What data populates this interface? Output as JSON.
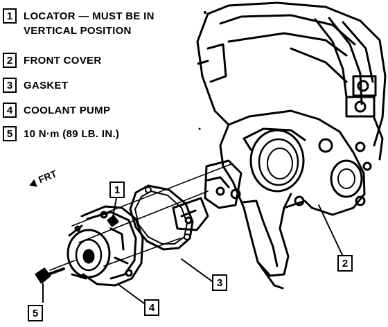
{
  "legend": [
    {
      "num": "1",
      "text": "LOCATOR — MUST BE IN VERTICAL POSITION"
    },
    {
      "num": "2",
      "text": "FRONT COVER"
    },
    {
      "num": "3",
      "text": "GASKET"
    },
    {
      "num": "4",
      "text": "COOLANT PUMP"
    },
    {
      "num": "5",
      "text": "10 N·m (89 LB. IN.)"
    }
  ],
  "direction_label": "FRT",
  "callouts": {
    "c1": "1",
    "c2": "2",
    "c3": "3",
    "c4": "4",
    "c5": "5"
  }
}
